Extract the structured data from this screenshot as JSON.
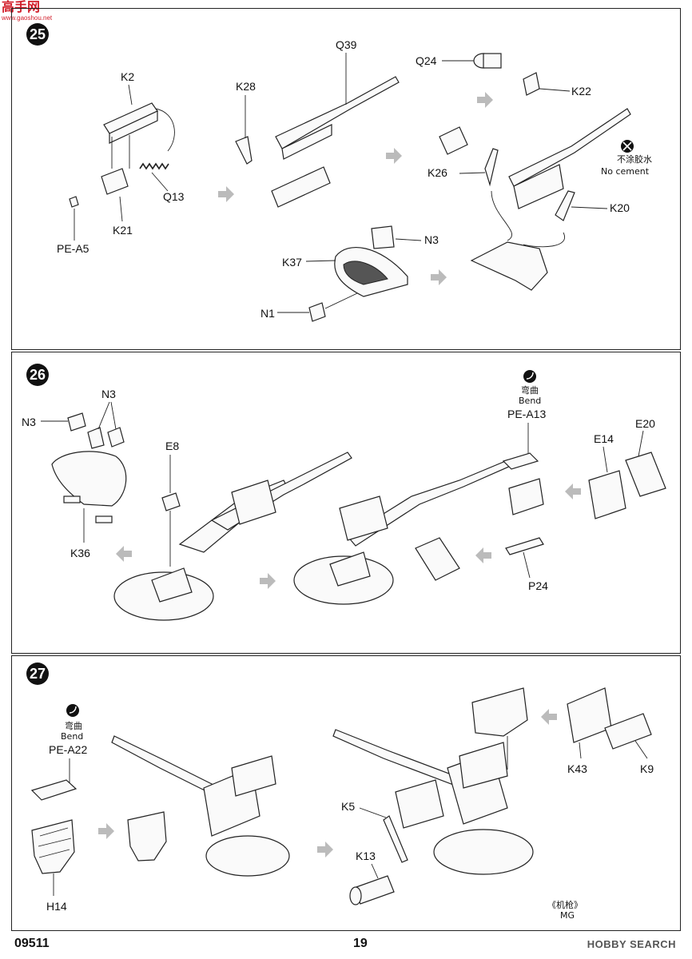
{
  "watermark": {
    "title": "高手网",
    "url": "www.gaoshou.net"
  },
  "steps": [
    {
      "number": "25",
      "labels": [
        "K2",
        "Q39",
        "K28",
        "Q24",
        "K22",
        "K26",
        "K20",
        "Q13",
        "K21",
        "PE-A5",
        "N3",
        "K37",
        "N1"
      ],
      "note": {
        "cn": "不涂胶水",
        "en": "No cement"
      }
    },
    {
      "number": "26",
      "labels": [
        "N3",
        "N3",
        "K36",
        "E8",
        "E14",
        "E20",
        "P24"
      ],
      "note": {
        "cn": "弯曲",
        "en": "Bend",
        "part": "PE-A13"
      }
    },
    {
      "number": "27",
      "labels": [
        "H14",
        "K5",
        "K13",
        "K43",
        "K9"
      ],
      "note": {
        "cn": "弯曲",
        "en": "Bend",
        "part": "PE-A22"
      },
      "caption": {
        "cn": "《机枪》",
        "en": "MG"
      }
    }
  ],
  "footer": {
    "code": "09511",
    "page": "19",
    "brand": "HOBBY SEARCH"
  }
}
